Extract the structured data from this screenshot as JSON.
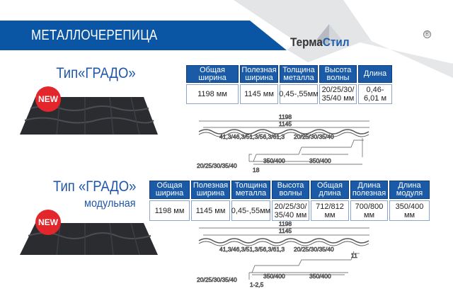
{
  "header": {
    "title": "МЕТАЛЛОЧЕРЕПИЦА",
    "logo_part1": "Терма",
    "logo_part2": "Стил",
    "logo_reg": "®",
    "banner_color": "#0b56a4"
  },
  "products": [
    {
      "title": "Тип«ГРАДО»",
      "subtitle": "",
      "badge": "NEW",
      "table": {
        "headers": [
          [
            "Общая",
            "ширина"
          ],
          [
            "Полезная",
            "ширина"
          ],
          [
            "Толщина",
            "металла"
          ],
          [
            "Высота",
            "волны"
          ],
          [
            "Длина",
            ""
          ]
        ],
        "values": [
          [
            "1198 мм",
            ""
          ],
          [
            "1145 мм",
            ""
          ],
          [
            "0,45-,55мм",
            ""
          ],
          [
            "20/25/30/",
            "35/40 мм"
          ],
          [
            "0,46-6,01 м",
            ""
          ]
        ]
      },
      "diagram": {
        "total_width": "1198",
        "useful_width": "1145",
        "wave_step": "41,3/46,3/51,3/56,3/61,3",
        "wave_height": "20/25/30/35/40",
        "module1": "350/400",
        "module2": "350/400",
        "step_height": "20/25/30/35/40",
        "step_detail": "18"
      }
    },
    {
      "title": "Тип «ГРАДО»",
      "subtitle": "модульная",
      "badge": "NEW",
      "table": {
        "headers": [
          [
            "Общая",
            "ширина"
          ],
          [
            "Полезная",
            "ширина"
          ],
          [
            "Толщина",
            "металла"
          ],
          [
            "Высота",
            "волны"
          ],
          [
            "Общая",
            "длина"
          ],
          [
            "Длина",
            "полезная"
          ],
          [
            "Длина",
            "модуля"
          ]
        ],
        "values": [
          [
            "1198 мм",
            ""
          ],
          [
            "1145 мм",
            ""
          ],
          [
            "0,45-,55мм",
            ""
          ],
          [
            "20/25/30/",
            "35/40 мм"
          ],
          [
            "712/812",
            "мм"
          ],
          [
            "700/800",
            "мм"
          ],
          [
            "350/400",
            "мм"
          ]
        ]
      },
      "diagram": {
        "total_width": "1198",
        "useful_width": "1145",
        "wave_step": "41,3/46,3/51,3/56,3/61,3",
        "wave_height": "20/25/30/35/40",
        "module1": "350/400",
        "module2": "350/400",
        "step_height": "20/25/30/35/40",
        "step_detail": "1-2,5",
        "edge_detail": "11"
      }
    }
  ]
}
